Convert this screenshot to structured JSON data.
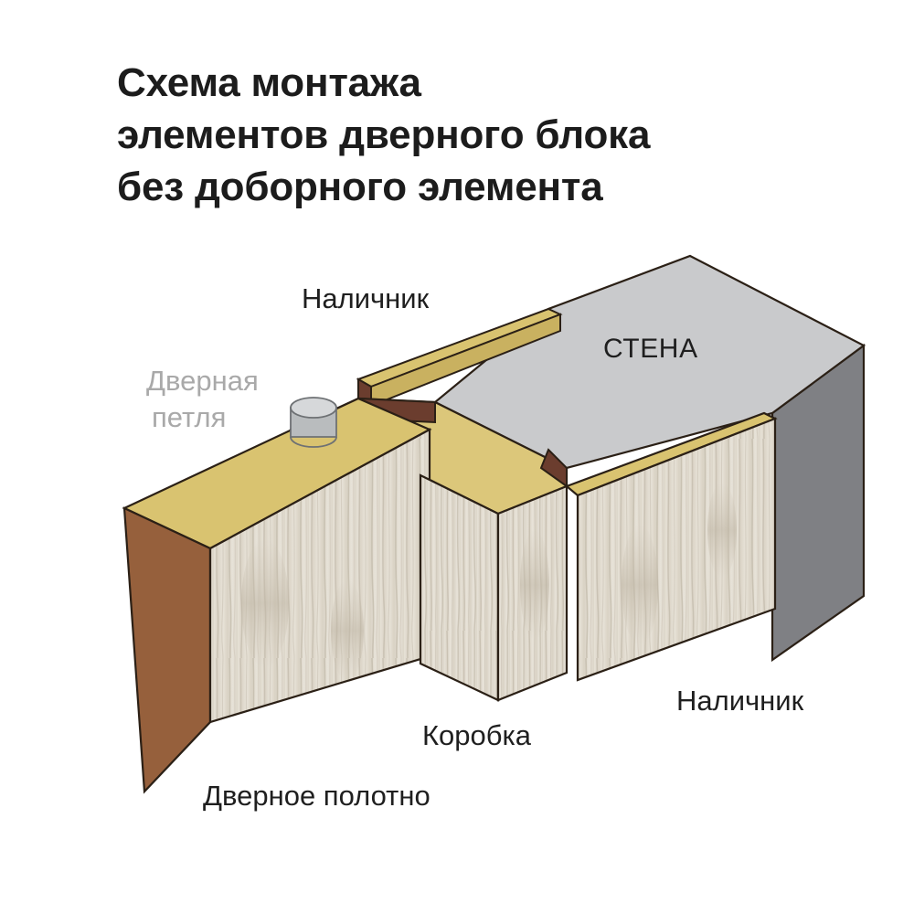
{
  "title": {
    "lines": [
      "Схема монтажа",
      "элементов дверного блока",
      "без доборного элемента"
    ]
  },
  "labels": {
    "casing_top": "Наличник",
    "hinge": "Дверная петля",
    "hinge_line1": "Дверная",
    "hinge_line2": "петля",
    "wall": "СТЕНА",
    "casing_right": "Наличник",
    "frame": "Коробка",
    "door_leaf": "Дверное полотно"
  },
  "colors": {
    "background": "#ffffff",
    "title_text": "#1c1c1c",
    "label_text": "#1f1f1f",
    "label_muted": "#a9a9a9",
    "outline": "#2b2016",
    "wall_top": "#c9cacc",
    "wall_right": "#7f8084",
    "wall_front_shadow": "#9b9ca0",
    "casing_yellow": "#d9c370",
    "casing_yellow_dark": "#c9b160",
    "frame_yellow": "#dcc77a",
    "edge_brown": "#6b3d2e",
    "edge_brown_dark": "#53301f",
    "door_end_brown": "#96603c",
    "wood_base": "#ded8cc",
    "wood_light": "#ece7dd",
    "wood_grain": "#b8b0a2",
    "hinge_body": "#b9bcbe",
    "hinge_top": "#d6d8da"
  },
  "parts": [
    {
      "id": "wall",
      "name": "СТЕНА"
    },
    {
      "id": "casing-top",
      "name": "Наличник"
    },
    {
      "id": "casing-right",
      "name": "Наличник"
    },
    {
      "id": "frame",
      "name": "Коробка"
    },
    {
      "id": "door-leaf",
      "name": "Дверное полотно"
    },
    {
      "id": "hinge",
      "name": "Дверная петля"
    }
  ]
}
